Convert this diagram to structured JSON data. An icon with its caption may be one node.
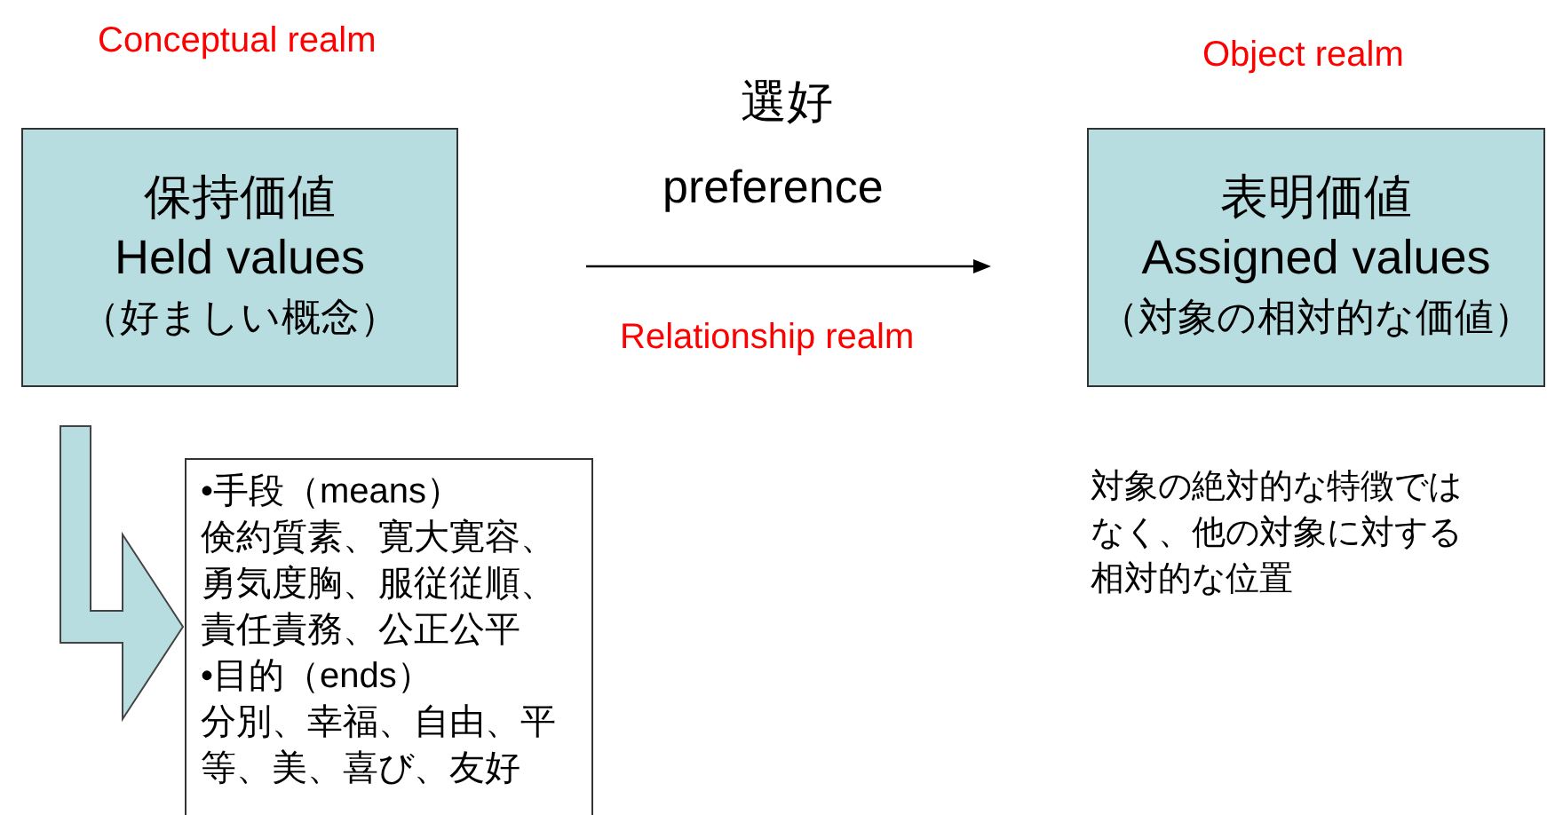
{
  "diagram": {
    "nodes": [
      {
        "text": [
          "保持価値",
          "Held values",
          "（好ましい概念）"
        ],
        "beside": [
          "Conceptual realm"
        ]
      },
      {
        "text": [
          "表明価値",
          "Assigned values",
          "（対象の相対的な価値）"
        ],
        "beside": [
          "Object realm"
        ]
      },
      {
        "text": [
          "•手段（means）",
          "倹約質素、寛大寛容、勇気度胸、服従従順、責任責務、公正公平",
          "•目的（ends）",
          "分別、幸福、自由、平等、美、喜び、友好"
        ]
      }
    ],
    "edges": [
      {
        "from": 0,
        "to": 2,
        "arrow": "to",
        "style": "thick",
        "color": "#b7dde1"
      }
    ],
    "labels": [
      "選好",
      "preference",
      "Relationship realm",
      "対象の絶対的な特徴ではなく、他の対象に対する相対的な位置"
    ]
  }
}
